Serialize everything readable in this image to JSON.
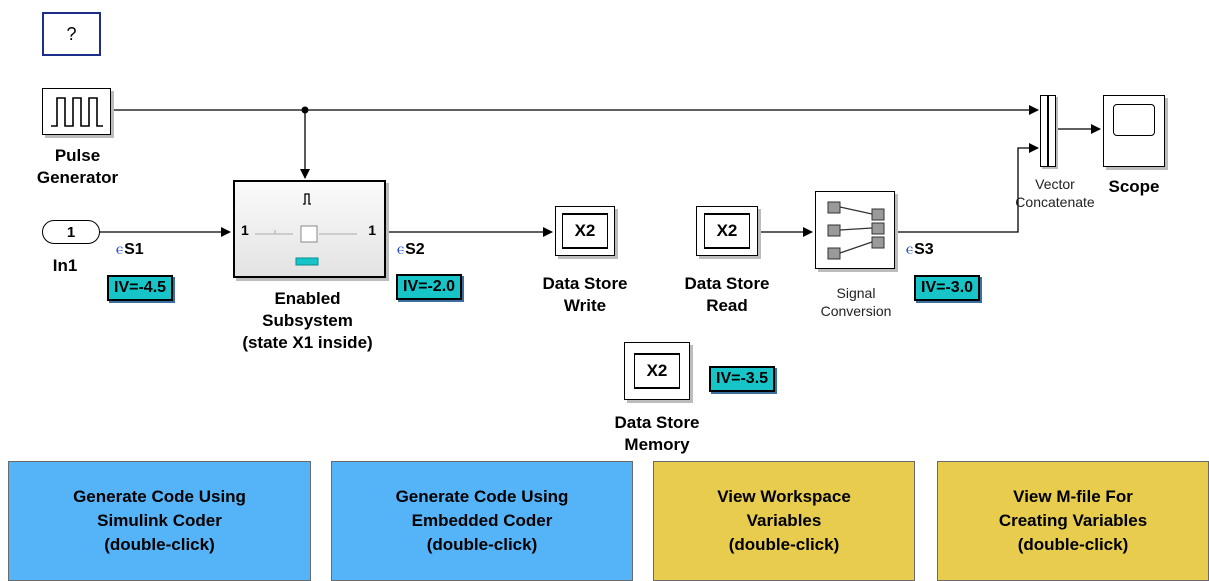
{
  "help_button": {
    "label": "?"
  },
  "blocks": {
    "pulse_generator": {
      "name": "Pulse\nGenerator"
    },
    "in1": {
      "port": "1",
      "name": "In1"
    },
    "enabled_subsystem": {
      "name": "Enabled\nSubsystem\n(state X1 inside)",
      "in_port": "1",
      "out_port": "1"
    },
    "data_store_write": {
      "var": "X2",
      "name": "Data Store\nWrite"
    },
    "data_store_read": {
      "var": "X2",
      "name": "Data Store\nRead"
    },
    "signal_conversion": {
      "name": "Signal\nConversion"
    },
    "vector_concatenate": {
      "name": "Vector\nConcatenate"
    },
    "scope": {
      "name": "Scope"
    },
    "data_store_memory": {
      "var": "X2",
      "name": "Data Store\nMemory"
    }
  },
  "signals": [
    {
      "name": "S1",
      "iv": "IV=-4.5"
    },
    {
      "name": "S2",
      "iv": "IV=-2.0"
    },
    {
      "name": "S3",
      "iv": "IV=-3.0"
    }
  ],
  "memory_iv": "IV=-3.5",
  "panels": [
    {
      "label": "Generate Code Using\nSimulink Coder\n(double-click)",
      "color": "#55b4f8"
    },
    {
      "label": "Generate Code Using\nEmbedded Coder\n(double-click)",
      "color": "#55b4f8"
    },
    {
      "label": "View Workspace\nVariables\n(double-click)",
      "color": "#e7cc4e"
    },
    {
      "label": "View M-file For\nCreating Variables\n(double-click)",
      "color": "#e7cc4e"
    }
  ]
}
